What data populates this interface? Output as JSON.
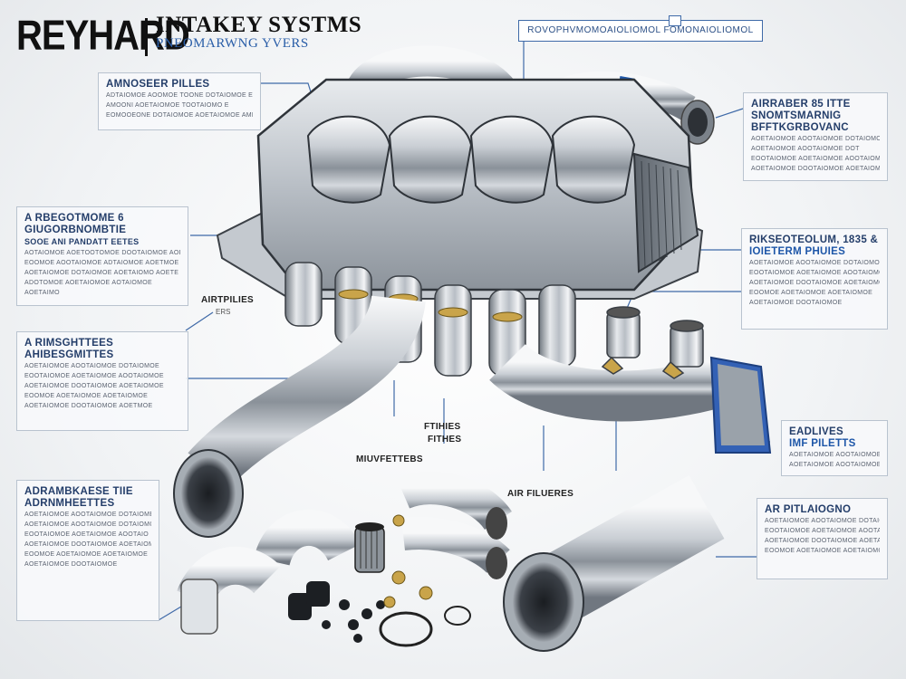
{
  "header": {
    "brand": "REYHARD",
    "title": "INTAKEY SYSTMS",
    "subtitle": "PNEOMARWNG YVERS"
  },
  "top_banner": "ROVOPHVMOMOAIOLIOMOL FOMONAIOLIOMOL",
  "callouts": {
    "top_left": {
      "title": "AMNOSEER PILLES",
      "lines": [
        "ADTAIOMOE AOOMOE TOONE DOTAIOMOE E",
        "AMOONI AOETAIOMOE TOOTAIOMO E",
        "EOMOOEONE DOTAIOMOE AOETAIOMOE AMMO"
      ]
    },
    "mid_left": {
      "title1": "A RBEGOTMOME 6",
      "title2": "GIUGORBNOMBTIE",
      "title3": "SOOE ANI PANDATT EETES",
      "lines": [
        "AOTAIOMOE AOETOOTOMOE DOOTAIOMOE AOE",
        "EOOMOE AOOTAIOMOE ADTAIOMOE AOETMOE",
        "AOETAIOMOE DOTAIOMOE AOETAIOMO AOETE",
        "ADOTOMOE AOETAIOMOE AOTAIOMOE",
        "AOETAIMO"
      ]
    },
    "left_mid2": {
      "title1": "A RIMSGHTTEES",
      "title2": "AHIBESGMITTES",
      "lines": [
        "AOETAIOMOE AOOTAIOMOE DOTAIOMOE",
        "EOOTAIOMOE AOETAIOMOE AOOTAIOMOE",
        "AOETAIOMOE DOOTAIOMOE AOETAIOMOE",
        "EOOMOE AOETAIOMOE AOETAIOMOE",
        "AOETAIOMOE DOOTAIOMOE AOETMOE"
      ]
    },
    "bottom_left": {
      "title1": "ADRAMBKAESE TIIE",
      "title2": "ADRNMHEETTES",
      "lines": [
        "AOETAIOMOE AOOTAIOMOE DOTAIOME",
        "AOETAIOMOE AOOTAIOMOE DOTAIOMOE",
        "EOOTAIOMOE AOETAIOMOE AOOTAIO",
        "AOETAIOMOE DOOTAIOMOE AOETAIOMOE",
        "EOOMOE AOETAIOMOE AOETAIOMOE",
        "AOETAIOMOE DOOTAIOMOE"
      ]
    },
    "top_right": {
      "title1": "AIRRABER 85 ITTE",
      "title2": "SNOMTSMARNIG",
      "title3": "BFFTKGRBOVANC",
      "lines": [
        "AOETAIOMOE AOOTAIOMOE DOTAIOMOE",
        "AOETAIOMOE AOOTAIOMOE DOT",
        "EOOTAIOMOE AOETAIOMOE AOOTAIOMO",
        "AOETAIOMOE DOOTAIOMOE AOETAIOME"
      ]
    },
    "mid_right": {
      "title1": "RIKSEOTEOLUM, 1835 &",
      "title2": "IOIETERM PHUIES",
      "lines": [
        "AOETAIOMOE AOOTAIOMOE DOTAIOMOE",
        "EOOTAIOMOE AOETAIOMOE AOOTAIOMOE",
        "AOETAIOMOE DOOTAIOMOE AOETAIOMOE",
        "EOOMOE AOETAIOMOE AOETAIOMOE",
        "AOETAIOMOE DOOTAIOMOE"
      ]
    },
    "right_lower": {
      "title1": "EADLIVES",
      "title2": "IMF PILETTS",
      "lines": [
        "AOETAIOMOE AOOTAIOMOE",
        "AOETAIOMOE AOOTAIOMOE"
      ]
    },
    "bottom_right": {
      "title": "AR PITLAIOGNO",
      "lines": [
        "AOETAIOMOE AOOTAIOMOE DOTAIOMOE",
        "EOOTAIOMOE AOETAIOMOE AOOTAIOMOE",
        "AOETAIOMOE DOOTAIOMOE AOETAIOMOE",
        "EOOMOE AOETAIOMOE AOETAIOMOE"
      ]
    }
  },
  "floating_labels": {
    "airplates": "AIRTPILIES",
    "airplates_sub": "ERS",
    "filters_center1": "FTIHIES",
    "filters_center2": "FITHES",
    "muffetters": "MIUVFETTEBS",
    "air_filters": "AIR FILUERES"
  },
  "colors": {
    "accent_blue": "#1d56a8",
    "leader_line": "#3f6aa8",
    "metal_light": "#e9ecef",
    "metal_dark": "#6b727a",
    "ink": "#111111"
  }
}
